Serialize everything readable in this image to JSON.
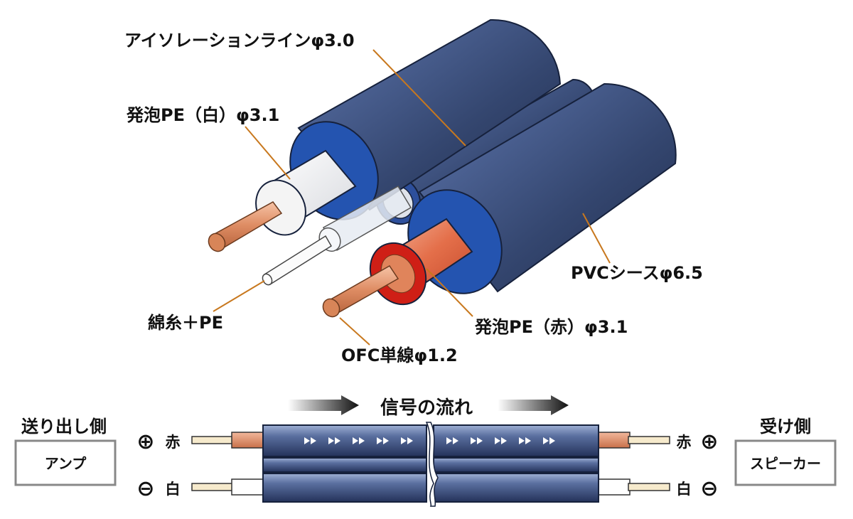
{
  "labels": {
    "isolation_line": "アイソレーションラインφ3.0",
    "foam_pe_white": "発泡PE（白）φ3.1",
    "pvc_sheath": "PVCシースφ6.5",
    "cotton_pe": "綿糸＋PE",
    "foam_pe_red": "発泡PE（赤）φ3.1",
    "ofc_wire": "OFC単線φ1.2"
  },
  "bottom": {
    "signal_flow": "信号の流れ",
    "send_side": "送り出し側",
    "receive_side": "受け側",
    "amp": "アンプ",
    "speaker": "スピーカー",
    "plus_symbol": "⊕",
    "minus_symbol": "⊖",
    "red": "赤",
    "white": "白"
  },
  "colors": {
    "sheath": "#3c4e7e",
    "copper": "#e0916a",
    "red_insulation": "#d0241a",
    "leader": "#c8781e"
  }
}
